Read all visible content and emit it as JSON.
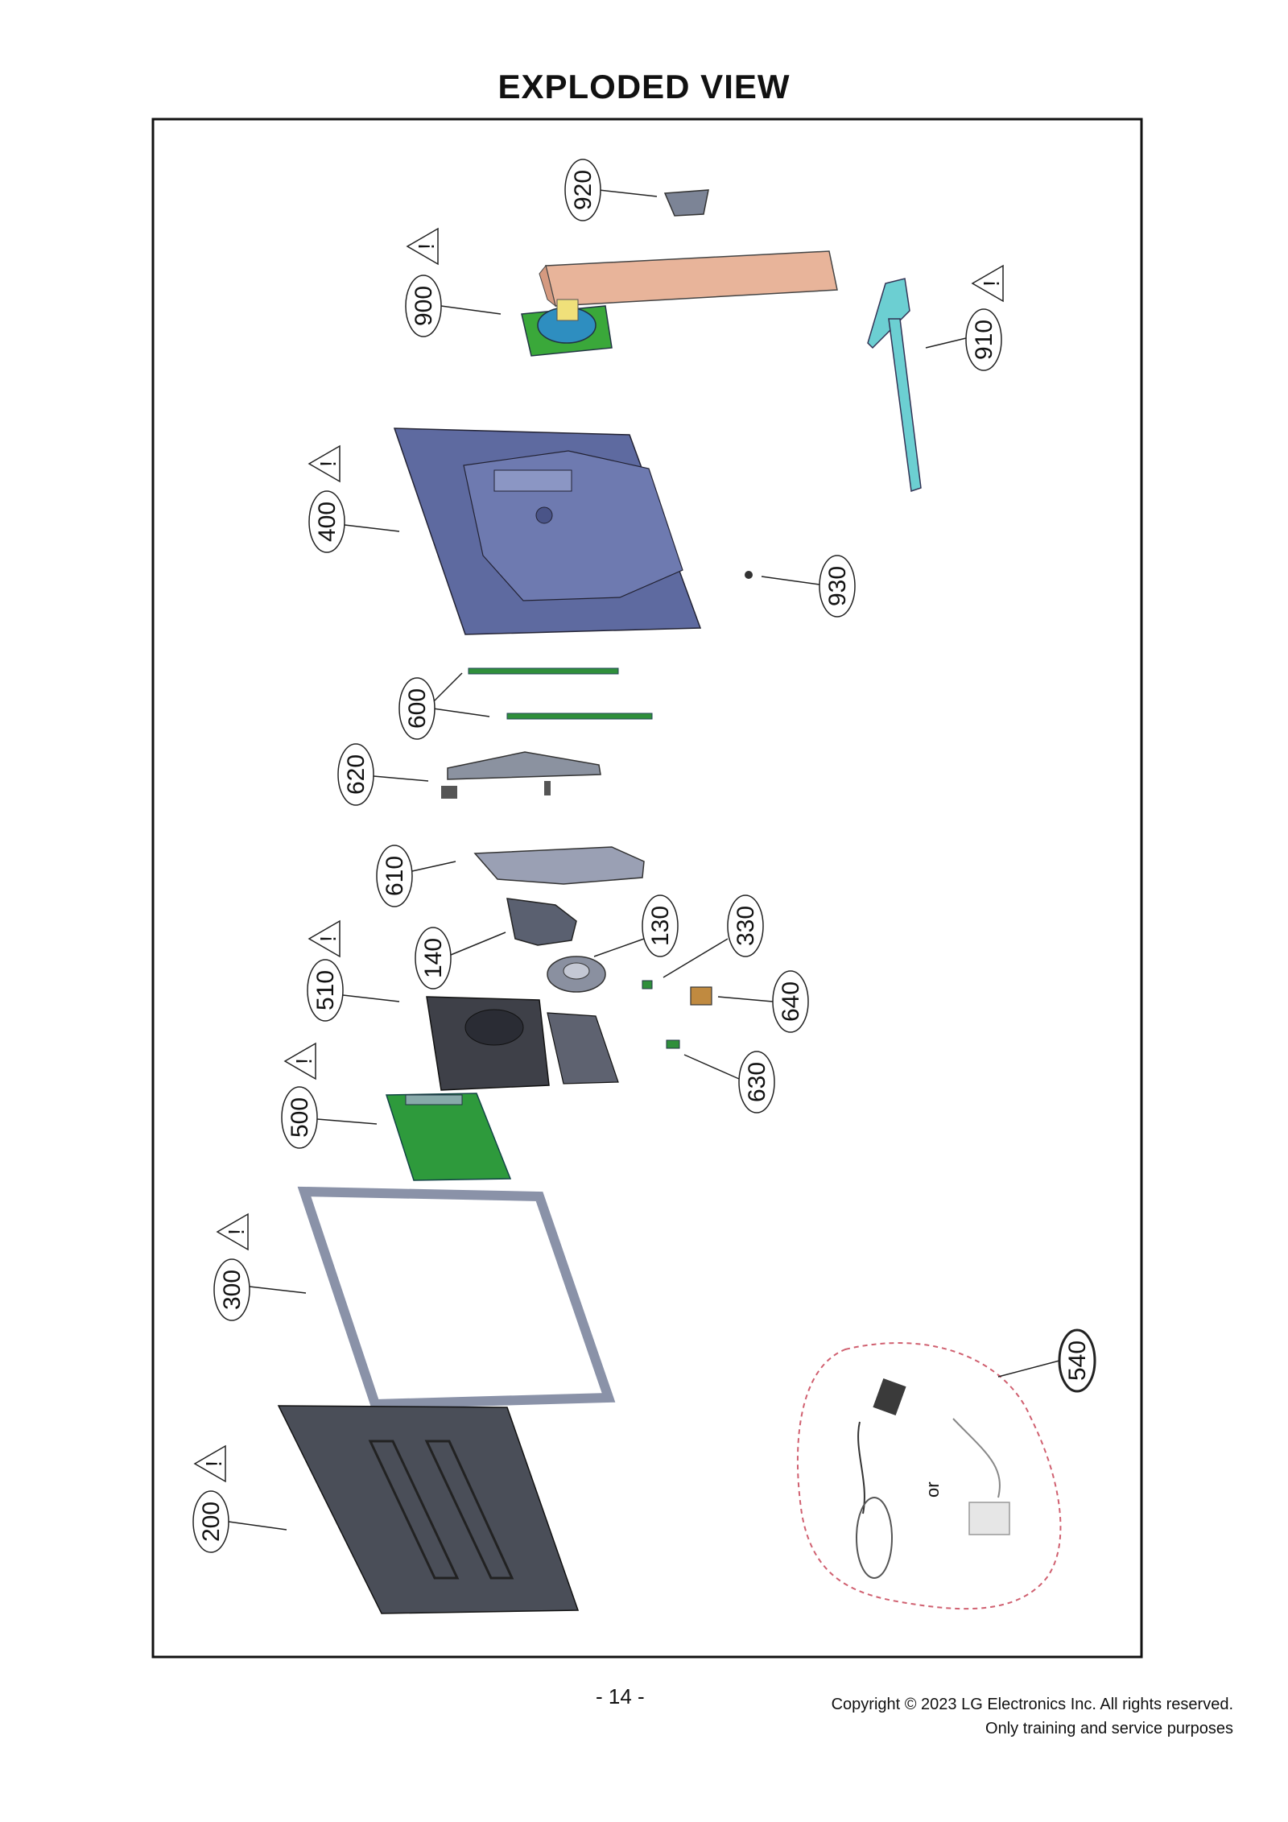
{
  "page": {
    "title": "EXPLODED  VIEW",
    "page_number": "-   14  -",
    "copyright_line1": "Copyright ©   2023  LG Electronics Inc. All rights reserved.",
    "copyright_line2": "Only training and service purposes"
  },
  "parts": [
    {
      "id": "920",
      "warning": false
    },
    {
      "id": "900",
      "warning": true
    },
    {
      "id": "910",
      "warning": true
    },
    {
      "id": "400",
      "warning": true
    },
    {
      "id": "930",
      "warning": false
    },
    {
      "id": "600",
      "warning": false
    },
    {
      "id": "620",
      "warning": false
    },
    {
      "id": "610",
      "warning": false
    },
    {
      "id": "140",
      "warning": false
    },
    {
      "id": "130",
      "warning": false
    },
    {
      "id": "330",
      "warning": false
    },
    {
      "id": "510",
      "warning": true
    },
    {
      "id": "640",
      "warning": false
    },
    {
      "id": "630",
      "warning": false
    },
    {
      "id": "500",
      "warning": true
    },
    {
      "id": "300",
      "warning": true
    },
    {
      "id": "200",
      "warning": true
    },
    {
      "id": "540",
      "warning": false
    }
  ],
  "warning_symbol": "!",
  "adapter_or_text": "or",
  "colors": {
    "back_cover": "#5e6aa0",
    "stand_body": "#e8b49a",
    "stand_base": "#6ccfd2",
    "hinge_green": "#3aa83a",
    "main_board": "#2e9a3c",
    "frame_gray": "#8a92a8",
    "adapter_outline": "#d06070"
  }
}
